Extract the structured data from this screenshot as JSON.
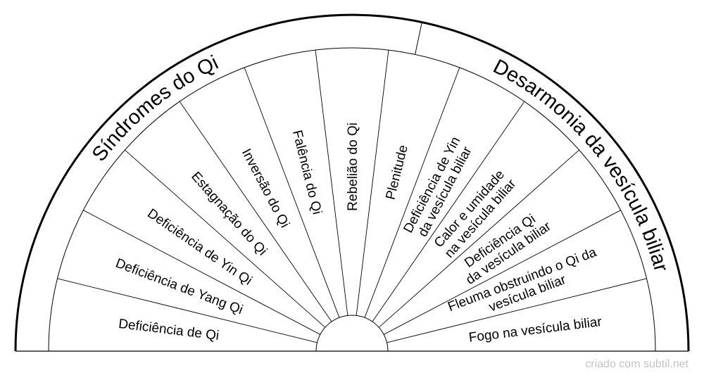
{
  "groups": [
    {
      "label": "Síndromes do Qi"
    },
    {
      "label": "Desarmonia da vesícula biliar"
    }
  ],
  "segments": [
    {
      "lines": [
        "Deficiência de Qi"
      ]
    },
    {
      "lines": [
        "Deficiência de Yang Qi"
      ]
    },
    {
      "lines": [
        "Deficiência de Yin Qi"
      ]
    },
    {
      "lines": [
        "Estagnação do Qi"
      ]
    },
    {
      "lines": [
        "Inversão do Qi"
      ]
    },
    {
      "lines": [
        "Falência do Qi"
      ]
    },
    {
      "lines": [
        "Rebelião do Qi"
      ]
    },
    {
      "lines": [
        "Plenitude"
      ]
    },
    {
      "lines": [
        "Deficiência de Yin",
        "da vesícula biliar"
      ]
    },
    {
      "lines": [
        "Calor e umidade",
        "na vesícula biliar"
      ]
    },
    {
      "lines": [
        "Deficiência Qi",
        "da vesícula biliar"
      ]
    },
    {
      "lines": [
        "Fleuma obstruindo o Qi da",
        "vesícula biliar"
      ]
    },
    {
      "lines": [
        "Fogo na vesícula biliar"
      ]
    }
  ],
  "footer": "criado com subtil.net"
}
